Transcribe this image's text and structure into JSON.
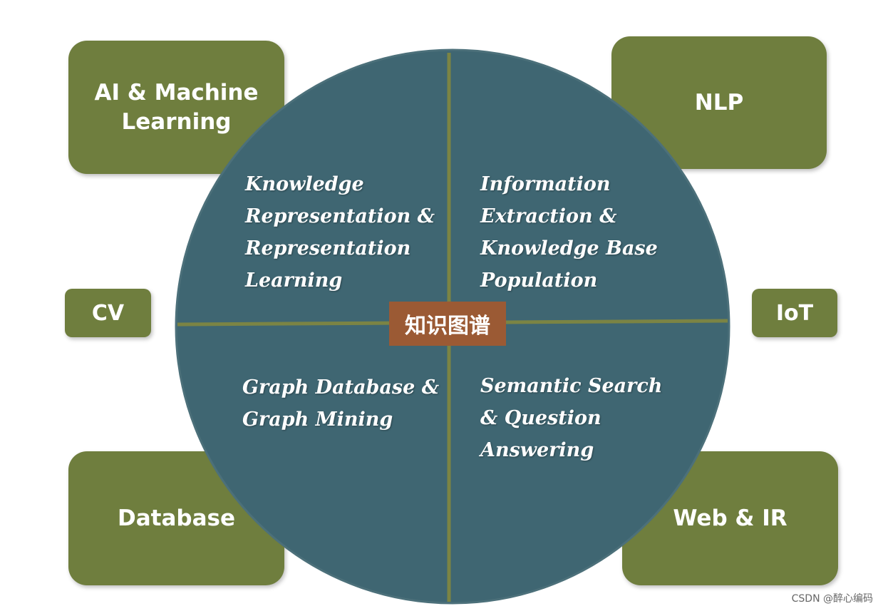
{
  "center": {
    "label": "知识图谱"
  },
  "quadrants": {
    "top_left": "Knowledge\nRepresentation &\nRepresentation\nLearning",
    "top_right": "Information\nExtraction &\nKnowledge Base\nPopulation",
    "bottom_left": "Graph Database &\nGraph Mining",
    "bottom_right": "Semantic Search\n& Question\nAnswering"
  },
  "outer_boxes": {
    "ai_ml": "AI & Machine\nLearning",
    "nlp": "NLP",
    "cv": "CV",
    "iot": "IoT",
    "database": "Database",
    "web_ir": "Web & IR"
  },
  "footer": {
    "credit": "CSDN @醉心编码"
  },
  "colors": {
    "disc": "#3f6672",
    "disc_edge": "#4c707a",
    "divider": "#7b8444",
    "box": "#6f7e3e",
    "center_label_bg": "#9b5a34",
    "text": "#ffffff"
  }
}
